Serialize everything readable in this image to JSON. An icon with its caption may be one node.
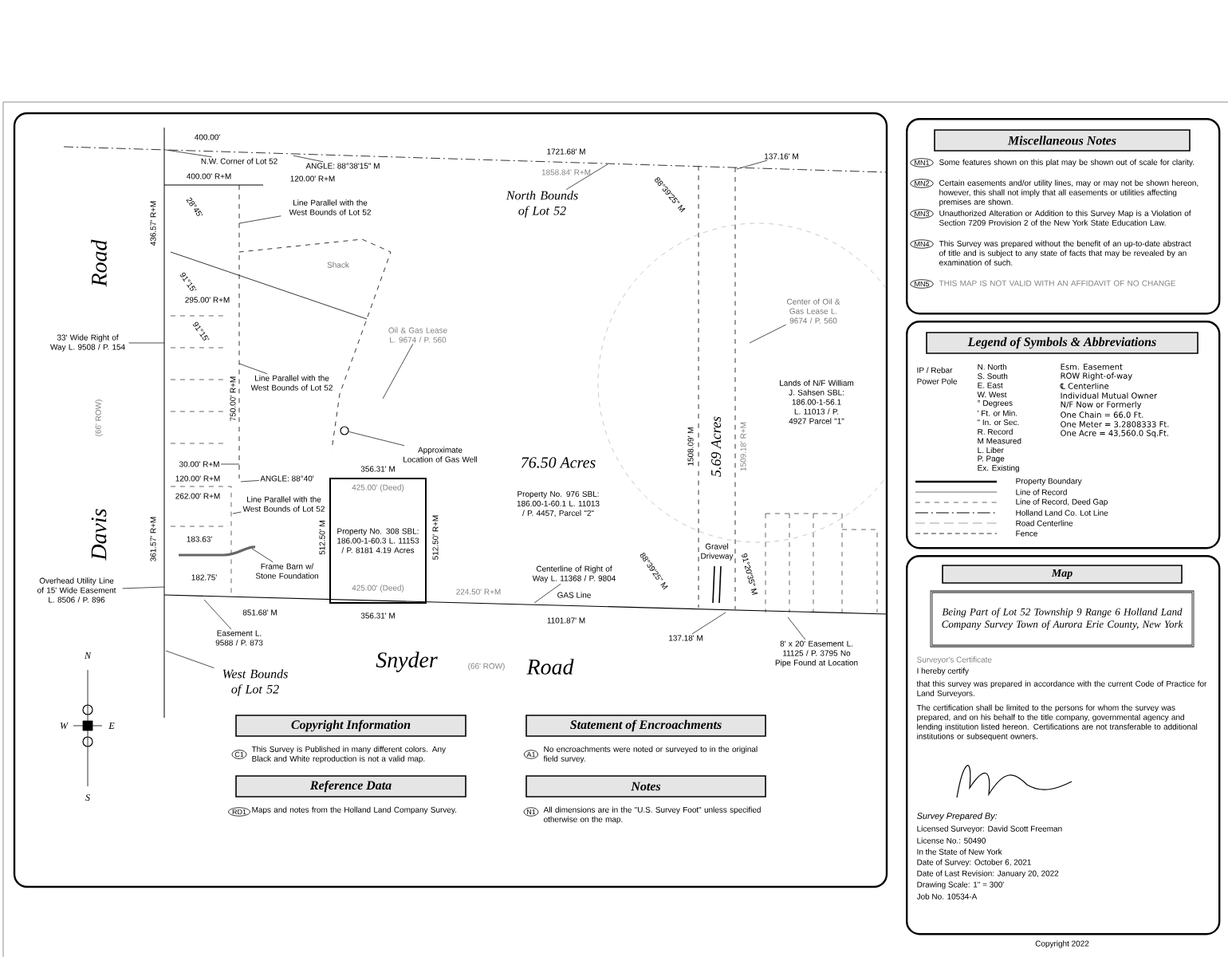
{
  "diagram": {
    "nodes": [
      {
        "text": [
          "Miscellaneous Notes",
          "MN1",
          "Some features shown on this plat may be shown out of scale for clarity.",
          "MN2",
          "Certain easements and/or utility lines, may or may not be shown hereon, however, this shall not imply that all easements or utilities affecting premises are shown.",
          "MN3",
          "Unauthorized Alteration or Addition to this Survey Map is a Violation of Section 7209 Provision 2 of the New York State Education Law.",
          "MN4",
          "This Survey was prepared without the benefit of an up-to-date abstract of title and is subject to any state of facts that may be revealed by an examination of such.",
          "MN5",
          "THIS MAP IS NOT VALID WITH AN AFFIDAVIT OF NO CHANGE"
        ]
      },
      {
        "text": [
          "Legend of Symbols & Abbreviations",
          "IP / Rebar",
          "Power Pole",
          "N. North",
          "S. South",
          "E. East",
          "W. West",
          "° Degrees",
          "' Ft. or Min.",
          "\" In. or Sec.",
          "R. Record",
          "M Measured",
          "L. Liber",
          "P. Page",
          "Ex. Existing",
          "Esm. Easement",
          "ROW Right-of-way",
          "℄ Centerline",
          "Individual Mutual Owner",
          "N/F Now or Formerly",
          "One Chain = 66.0 Ft.",
          "One Meter = 3.2808333 Ft.",
          "One Acre = 43,560.0 Sq.Ft."
        ]
      },
      {
        "text": [
          "Map",
          "Being Part of Lot 52 Township 9 Range 6 Holland Land Company Survey Town of Aurora Erie County, New York",
          "Surveyor's Certificate",
          "I hereby certify",
          "that this survey was prepared in accordance with the current Code of Practice for Land Surveyors.",
          "The certification shall be limited to the persons for whom the survey was prepared, and on his behalf to the title company, governmental agency and lending institution listed hereon. Certifications are not transferable to additional institutions or subsequent owners.",
          "Survey Prepared By:",
          "Licensed Surveyor: David Scott Freeman",
          "License No.: 50490",
          "In the State of New York",
          "Date of Survey: October 6, 2021",
          "Date of Last Revision: January 20, 2022",
          "Drawing Scale: 1\" = 300'",
          "Job No. 10534-A"
        ],
        "beside": [
          "Copyright 2022"
        ]
      },
      {
        "text": [
          "Copyright Information",
          "C1",
          "This Survey is Published in many different colors. Any Black and White reproduction is not a valid map."
        ]
      },
      {
        "text": [
          "Reference Data",
          "RD1",
          "Maps and notes from the Holland Land Company Survey."
        ]
      },
      {
        "text": [
          "Statement of Encroachments",
          "A1",
          "No encroachments were noted or surveyed to in the original field survey."
        ]
      },
      {
        "text": [
          "Notes",
          "N1",
          "All dimensions are in the \"U.S. Survey Foot\" unless specified otherwise on the map."
        ]
      },
      {
        "text": [
          "Property No. 308 SBL: 186.00-1-60.3 L. 11153 / P. 8181 4.19 Acres"
        ],
        "beside": [
          "356.31' M",
          "356.31' M",
          "512.50' M",
          "512.50' R+M"
        ]
      },
      {
        "text": [
          "North Bounds of Lot 52"
        ]
      },
      {
        "text": [
          "West Bounds of Lot 52"
        ]
      },
      {
        "text": [
          "N.W. Corner of Lot 52"
        ]
      },
      {
        "text": [
          "ANGLE: 88°38'15\" M"
        ]
      },
      {
        "text": [
          "Line Parallel with the West Bounds of Lot 52"
        ]
      },
      {
        "text": [
          "33' Wide Right of Way L. 9508 / P. 154"
        ]
      },
      {
        "text": [
          "Line Parallel with the West Bounds of Lot 52"
        ]
      },
      {
        "text": [
          "Approximate Location of Gas Well"
        ]
      },
      {
        "text": [],
        "shape": "circle"
      },
      {
        "text": [
          "Oil & Gas Lease L. 9674 / P. 560"
        ]
      },
      {
        "text": [
          "Center of Oil & Gas Lease L. 9674 / P. 560"
        ]
      },
      {
        "text": [
          "Overhead Utility Line of 15' Wide Easement L. 8506 / P. 896"
        ]
      },
      {
        "text": [
          "Frame Barn w/ Stone Foundation"
        ]
      },
      {
        "text": [
          "Easement L. 9588 / P. 873"
        ]
      },
      {
        "text": [
          "Centerline of Right of Way L. 11368 / P. 9804"
        ]
      },
      {
        "text": [
          "8' x 20' Easement L. 11125 / P. 3795 No Pipe Found at Location"
        ]
      },
      {
        "text": [
          "ANGLE: 88°40'"
        ]
      },
      {
        "text": [
          "30.00' R+M"
        ]
      },
      {
        "text": [
          "137.16' M"
        ]
      },
      {
        "text": [
          "137.18' M"
        ]
      },
      {
        "text": [
          "Line Parallel with the West Bounds of Lot 52"
        ]
      }
    ],
    "edges": [
      {
        "from": 8,
        "to": null,
        "arrow": "none"
      },
      {
        "from": 9,
        "to": null,
        "arrow": "none"
      },
      {
        "from": 10,
        "to": null,
        "arrow": "none"
      },
      {
        "from": 11,
        "to": null,
        "arrow": "none"
      },
      {
        "from": 12,
        "to": null,
        "arrow": "none"
      },
      {
        "from": 13,
        "to": null,
        "arrow": "none"
      },
      {
        "from": 14,
        "to": null,
        "arrow": "none"
      },
      {
        "from": 15,
        "to": 16,
        "arrow": "none"
      },
      {
        "from": 17,
        "to": null,
        "arrow": "none"
      },
      {
        "from": 18,
        "to": null,
        "arrow": "none"
      },
      {
        "from": 19,
        "to": null,
        "arrow": "none"
      },
      {
        "from": 20,
        "to": null,
        "arrow": "none"
      },
      {
        "from": 21,
        "to": null,
        "arrow": "none"
      },
      {
        "from": 22,
        "to": null,
        "arrow": "none"
      },
      {
        "from": 23,
        "to": null,
        "arrow": "none"
      },
      {
        "from": 24,
        "to": null,
        "arrow": "none"
      },
      {
        "from": 25,
        "to": null,
        "arrow": "none"
      },
      {
        "from": 26,
        "to": null,
        "arrow": "none"
      },
      {
        "from": 27,
        "to": null,
        "arrow": "none"
      },
      {
        "from": 28,
        "to": null,
        "arrow": "none"
      }
    ],
    "labels": [
      "Davis",
      "Road",
      "(66' ROW)",
      "Snyder",
      "(66' ROW)",
      "Road",
      "400.00'",
      "400.00' R+M",
      "120.00' R+M",
      "436.57' R+M",
      "28°45'",
      "91°15'",
      "295.00' R+M",
      "91°15'",
      "Shack",
      "750.00' R+M",
      "120.00' R+M",
      "262.00' R+M",
      "361.57' R+M",
      "183.63'",
      "182.75'",
      "851.68' M",
      "425.00' (Deed)",
      "425.00' (Deed)",
      "1721.68' M",
      "1858.84' R+M",
      "88°39'25\" M",
      "76.50 Acres",
      "Property No. 976 SBL: 186.00-1-60.1 L. 11013 / P. 4457, Parcel \"2\"",
      "1508.09' M",
      "5.69 Acres",
      "1509.18' R+M",
      "Lands of N/F William J. Sahsen SBL: 186.00-1-56.1 L. 11013 / P. 4927 Parcel \"1\"",
      "Gravel Driveway",
      "88°39'25\" M",
      "91°20'35\" M",
      "224.50' R+M",
      "GAS Line",
      "1101.87' M",
      "N",
      "W",
      "E",
      "S"
    ],
    "legend": [
      {
        "text": "Property Boundary"
      },
      {
        "text": "Line of Record"
      },
      {
        "text": "Line of Record, Deed Gap"
      },
      {
        "text": "Holland Land Co. Lot Line"
      },
      {
        "text": "Road Centerline"
      },
      {
        "text": "Fence"
      }
    ]
  }
}
